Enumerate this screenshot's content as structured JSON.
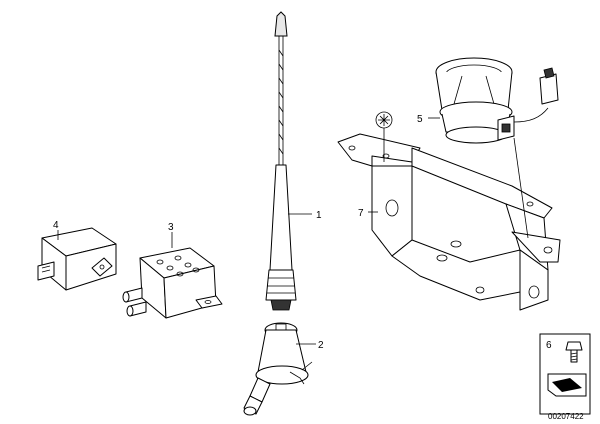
{
  "callouts": {
    "antenna_rod": "1",
    "antenna_base": "2",
    "amplifier": "3",
    "control_unit": "4",
    "horn": "5",
    "bolt": "6",
    "bracket": "7"
  },
  "diagram_number": "00207422",
  "colors": {
    "line": "#000000",
    "background": "#ffffff",
    "badge": "#000000"
  }
}
